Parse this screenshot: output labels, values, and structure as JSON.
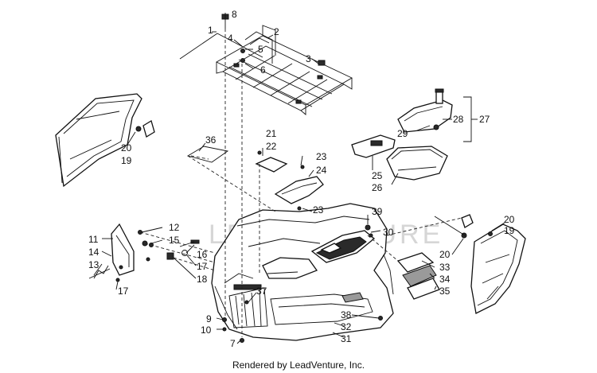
{
  "footer": {
    "text": "Rendered by LeadVenture, Inc."
  },
  "watermark": {
    "text": "LEADVENTURE"
  },
  "callouts": [
    {
      "id": "c8",
      "text": "8"
    },
    {
      "id": "c1",
      "text": "1"
    },
    {
      "id": "c2",
      "text": "2"
    },
    {
      "id": "c4",
      "text": "4"
    },
    {
      "id": "c5",
      "text": "5"
    },
    {
      "id": "c3",
      "text": "3"
    },
    {
      "id": "c6",
      "text": "6"
    },
    {
      "id": "c27",
      "text": "27"
    },
    {
      "id": "c28",
      "text": "28"
    },
    {
      "id": "c29",
      "text": "29"
    },
    {
      "id": "c20a",
      "text": "20"
    },
    {
      "id": "c19a",
      "text": "19"
    },
    {
      "id": "c36",
      "text": "36"
    },
    {
      "id": "c21",
      "text": "21"
    },
    {
      "id": "c22",
      "text": "22"
    },
    {
      "id": "c23a",
      "text": "23"
    },
    {
      "id": "c24",
      "text": "24"
    },
    {
      "id": "c25",
      "text": "25"
    },
    {
      "id": "c26",
      "text": "26"
    },
    {
      "id": "c23b",
      "text": "23"
    },
    {
      "id": "c39",
      "text": "39"
    },
    {
      "id": "c30",
      "text": "30"
    },
    {
      "id": "c20b",
      "text": "20"
    },
    {
      "id": "c19b",
      "text": "19"
    },
    {
      "id": "c12",
      "text": "12"
    },
    {
      "id": "c15",
      "text": "15"
    },
    {
      "id": "c11",
      "text": "11"
    },
    {
      "id": "c14",
      "text": "14"
    },
    {
      "id": "c16",
      "text": "16"
    },
    {
      "id": "c13",
      "text": "13"
    },
    {
      "id": "c17a",
      "text": "17"
    },
    {
      "id": "c18",
      "text": "18"
    },
    {
      "id": "c17b",
      "text": "17"
    },
    {
      "id": "c20c",
      "text": "20"
    },
    {
      "id": "c33",
      "text": "33"
    },
    {
      "id": "c34",
      "text": "34"
    },
    {
      "id": "c35",
      "text": "35"
    },
    {
      "id": "c37",
      "text": "37"
    },
    {
      "id": "c9",
      "text": "9"
    },
    {
      "id": "c10",
      "text": "10"
    },
    {
      "id": "c38",
      "text": "38"
    },
    {
      "id": "c32",
      "text": "32"
    },
    {
      "id": "c31",
      "text": "31"
    },
    {
      "id": "c7",
      "text": "7"
    }
  ]
}
